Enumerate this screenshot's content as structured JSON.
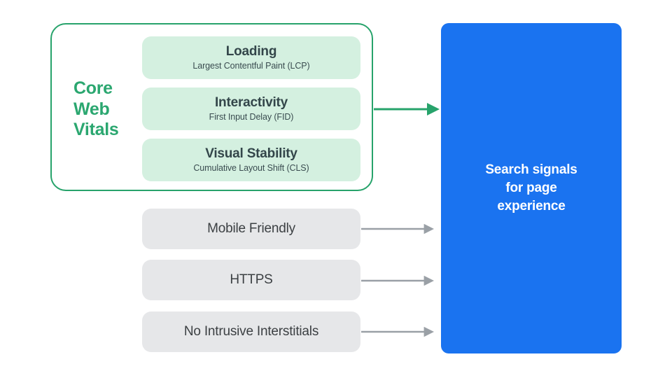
{
  "diagram": {
    "title": "Search signals for page experience",
    "background": "#ffffff",
    "colors": {
      "green_accent": "#27a36b",
      "green_label": "#2ba770",
      "mint_fill": "#d4f0e0",
      "gray_fill": "#e6e7e9",
      "gray_text": "#3c4043",
      "blue_panel": "#1a73f0",
      "dark_text": "#33464a",
      "gray_arrow": "#9aa0a6"
    }
  },
  "core_web_vitals": {
    "group_label": "Core\nWeb\nVitals",
    "group_label_lines": [
      "Core",
      "Web",
      "Vitals"
    ],
    "items": [
      {
        "title": "Loading",
        "subtitle": "Largest Contentful Paint (LCP)",
        "abbr": "LCP"
      },
      {
        "title": "Interactivity",
        "subtitle": "First Input Delay (FID)",
        "abbr": "FID"
      },
      {
        "title": "Visual Stability",
        "subtitle": "Cumulative Layout Shift (CLS)",
        "abbr": "CLS"
      }
    ]
  },
  "other_signals": [
    {
      "label": "Mobile Friendly"
    },
    {
      "label": "HTTPS"
    },
    {
      "label": "No Intrusive Interstitials"
    }
  ],
  "destination": {
    "label": "Search signals\nfor page\nexperience",
    "label_lines": [
      "Search signals",
      "for page",
      "experience"
    ]
  },
  "arrows": [
    {
      "name": "core-web-vitals-arrow",
      "color": "#27a36b",
      "from": "core-web-vitals-group",
      "to": "search-signals-panel"
    },
    {
      "name": "mobile-friendly-arrow",
      "color": "#9aa0a6",
      "from": "mobile-friendly",
      "to": "search-signals-panel"
    },
    {
      "name": "https-arrow",
      "color": "#9aa0a6",
      "from": "https",
      "to": "search-signals-panel"
    },
    {
      "name": "no-intrusive-interstitials-arrow",
      "color": "#9aa0a6",
      "from": "no-intrusive-interstitials",
      "to": "search-signals-panel"
    }
  ]
}
